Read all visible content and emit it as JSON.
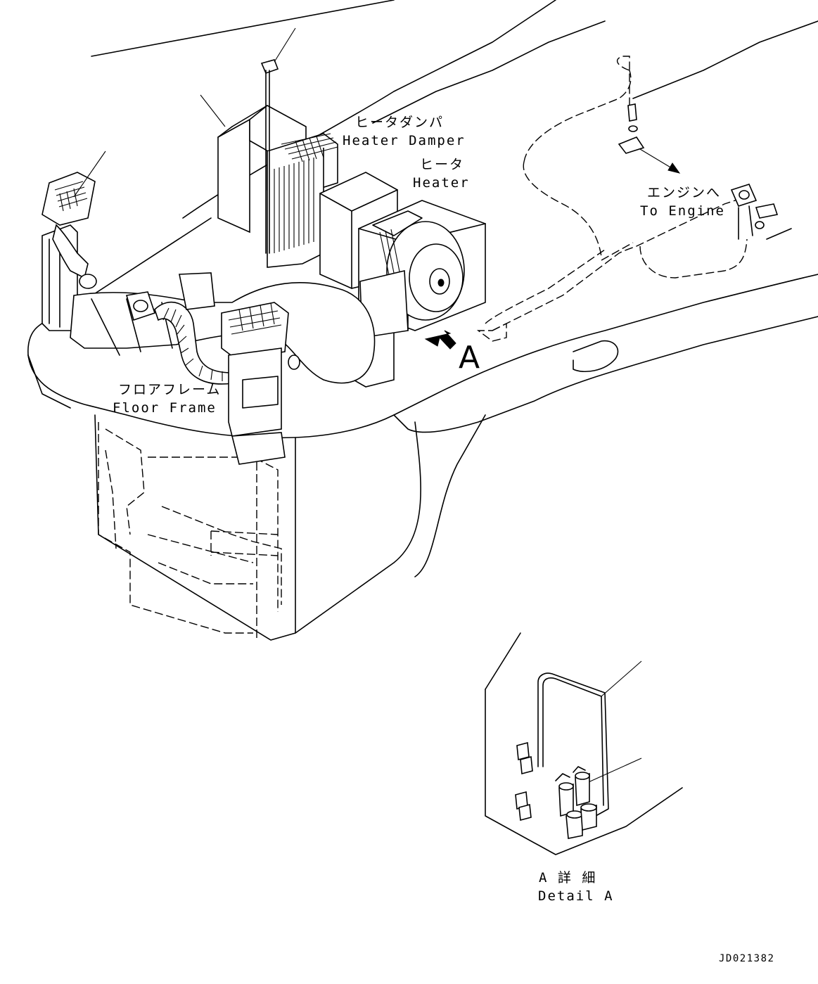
{
  "labels": {
    "heater_damper_jp": "ヒータダンパ",
    "heater_damper_en": "Heater Damper",
    "heater_jp": "ヒータ",
    "heater_en": "Heater",
    "to_engine_jp": "エンジンへ",
    "to_engine_en": "To Engine",
    "floor_frame_jp": "フロアフレーム",
    "floor_frame_en": "Floor Frame",
    "view_marker": "A",
    "detail_jp": "A 詳 細",
    "detail_en": "Detail A",
    "drawing_number": "JD021382"
  }
}
